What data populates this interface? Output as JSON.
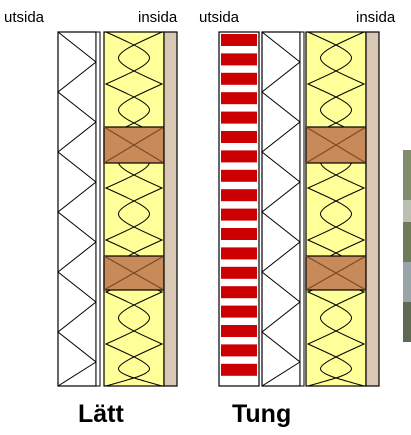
{
  "labels": {
    "left_outside": "utsida",
    "left_inside": "insida",
    "right_outside": "utsida",
    "right_inside": "insida",
    "light_wall": "Lätt",
    "heavy_wall": "Tung"
  },
  "colors": {
    "insulation": "#ffff99",
    "timber": "#c98a5a",
    "timber_cross": "#7a4a26",
    "brick": "#cc0000",
    "plaster": "#d9c8b4",
    "outline": "#000000",
    "photo_edge": "#8a9580"
  }
}
